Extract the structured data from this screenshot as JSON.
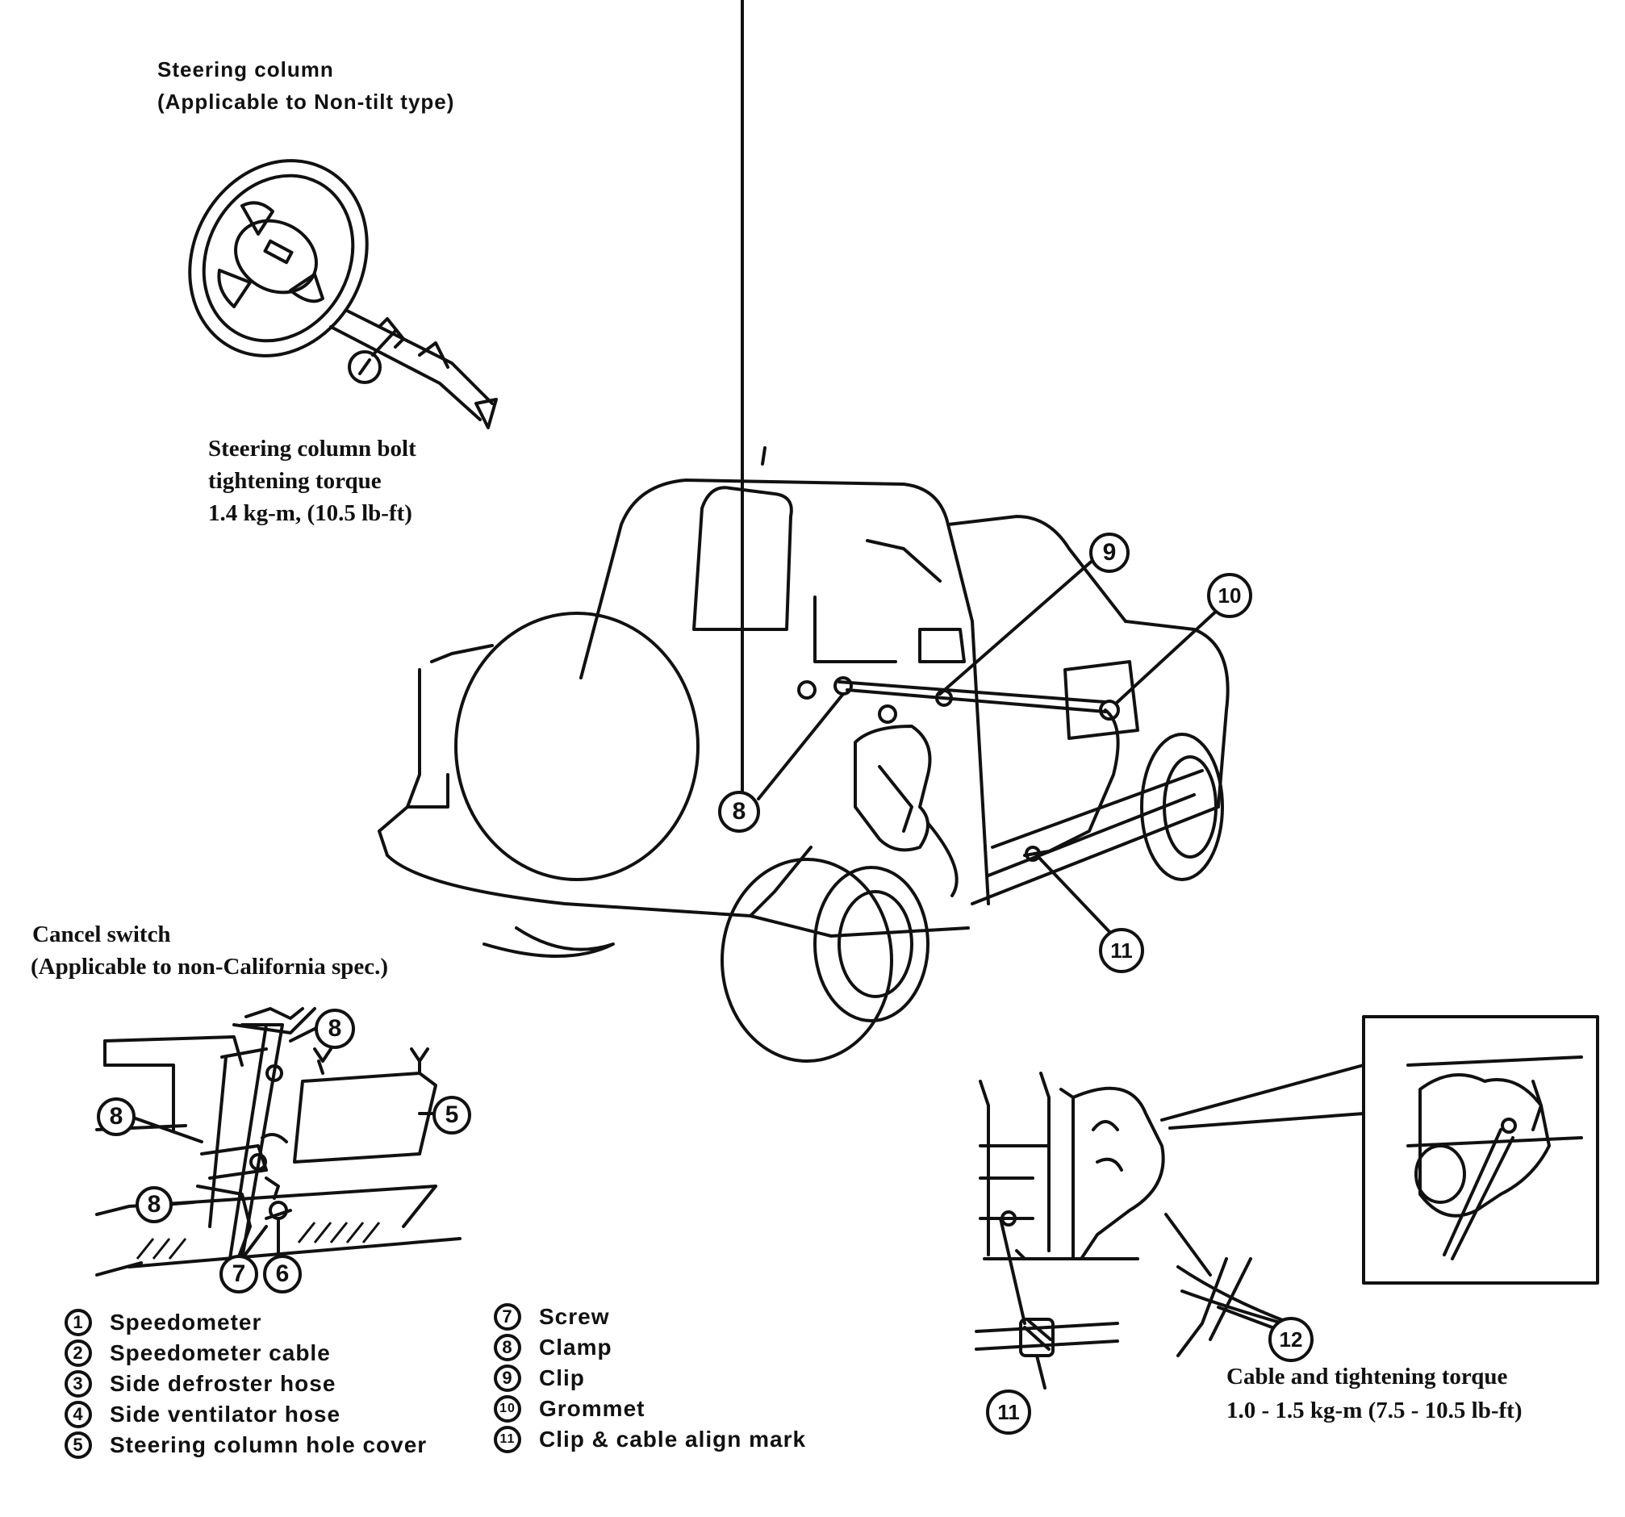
{
  "steering_column": {
    "title_line1": "Steering column",
    "title_line2": "(Applicable to Non-tilt type)",
    "bolt_line1": "Steering column bolt",
    "bolt_line2": "tightening torque",
    "bolt_line3": "1.4 kg-m, (10.5 lb-ft)"
  },
  "cancel_switch": {
    "line1": "Cancel switch",
    "line2": "(Applicable to non-California spec.)"
  },
  "cable_torque": {
    "line1": "Cable and tightening torque",
    "line2": "1.0 - 1.5 kg-m (7.5 - 10.5 lb-ft)"
  },
  "callouts": {
    "c9": "9",
    "c10": "10",
    "c8_vehicle": "8",
    "c11_vehicle": "11",
    "c8_top": "8",
    "c8_left": "8",
    "c8_bottom": "8",
    "c5": "5",
    "c7": "7",
    "c6": "6",
    "c11_detail": "11",
    "c12": "12"
  },
  "legend": [
    {
      "num": "1",
      "label": "Speedometer"
    },
    {
      "num": "2",
      "label": "Speedometer cable"
    },
    {
      "num": "3",
      "label": "Side defroster hose"
    },
    {
      "num": "4",
      "label": "Side ventilator hose"
    },
    {
      "num": "5",
      "label": "Steering column hole cover"
    },
    {
      "num": "7",
      "label": "Screw"
    },
    {
      "num": "8",
      "label": "Clamp"
    },
    {
      "num": "9",
      "label": "Clip"
    },
    {
      "num": "10",
      "label": "Grommet"
    },
    {
      "num": "11",
      "label": "Clip & cable align mark"
    }
  ]
}
